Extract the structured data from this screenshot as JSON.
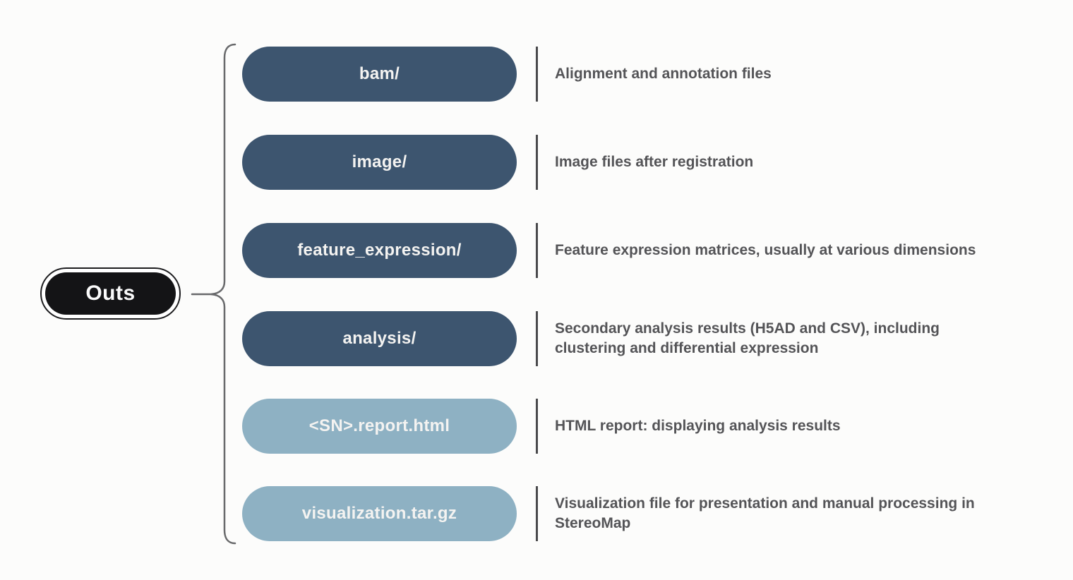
{
  "diagram_title": "Outs output structure diagram",
  "root": {
    "label": "Outs"
  },
  "colors": {
    "background": "#fcfcfb",
    "dark_pill": "#3d556f",
    "light_pill": "#8eb1c3",
    "pill_text": "#f4f3f1",
    "description_text": "#545457",
    "root_fill": "#141416",
    "root_text": "#fafafa",
    "brace_stroke": "#68696b",
    "separator": "#4a4a4c"
  },
  "rows": [
    {
      "label": "bam/",
      "variant": "dark",
      "description": "Alignment and annotation files"
    },
    {
      "label": "image/",
      "variant": "dark",
      "description": "Image files after registration"
    },
    {
      "label": "feature_expression/",
      "variant": "dark",
      "description": "Feature expression matrices, usually at various dimensions"
    },
    {
      "label": "analysis/",
      "variant": "dark",
      "description": "Secondary analysis results (H5AD and CSV), including clustering and differential expression"
    },
    {
      "label": "<SN>.report.html",
      "variant": "light",
      "description": "HTML report: displaying analysis results"
    },
    {
      "label": "visualization.tar.gz",
      "variant": "light",
      "description": "Visualization file for presentation and manual processing in StereoMap"
    }
  ]
}
